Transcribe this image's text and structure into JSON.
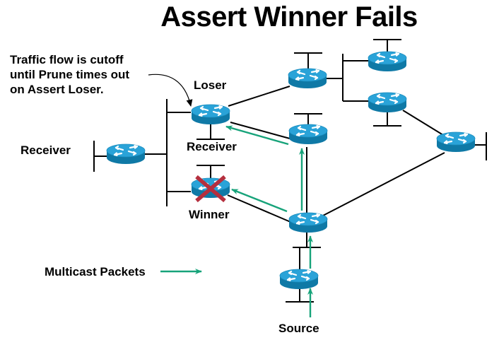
{
  "title": "Assert Winner Fails",
  "annotation": "Traffic flow is cutoff\nuntil Prune times out\non Assert Loser.",
  "labels": {
    "loser": "Loser",
    "winner": "Winner",
    "receiver_left": "Receiver",
    "receiver_loser": "Receiver",
    "source": "Source"
  },
  "legend": {
    "multicast_label": "Multicast Packets"
  },
  "colors": {
    "router_top": "#2aa3d8",
    "router_body": "#0f79a6",
    "multicast_arrow": "#17a37a",
    "failure_x": "#b52f3e",
    "link": "#000000"
  },
  "routers": [
    {
      "id": "receiver-router",
      "status": "normal"
    },
    {
      "id": "loser-router",
      "status": "assert-loser"
    },
    {
      "id": "winner-router",
      "status": "failed"
    },
    {
      "id": "middle-router",
      "status": "normal"
    },
    {
      "id": "top-router",
      "status": "normal"
    },
    {
      "id": "top-right-router-1",
      "status": "normal"
    },
    {
      "id": "top-right-router-2",
      "status": "normal"
    },
    {
      "id": "right-router",
      "status": "normal"
    },
    {
      "id": "hub-router",
      "status": "normal"
    },
    {
      "id": "source-router",
      "status": "normal"
    }
  ]
}
